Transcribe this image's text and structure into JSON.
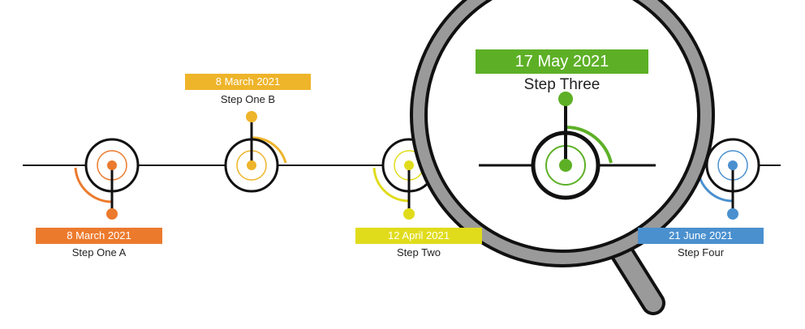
{
  "colors": {
    "line": "#111111",
    "step_one_a": "#ec7a2d",
    "step_one_b": "#eeb42a",
    "step_two": "#e0dc1c",
    "step_three": "#5db026",
    "step_four": "#4a90cf",
    "lens_frame": "#9a9a9a",
    "lens_outline": "#111111"
  },
  "steps": [
    {
      "date": "8 March 2021",
      "label": "Step One A"
    },
    {
      "date": "8 March 2021",
      "label": "Step One B"
    },
    {
      "date": "12 April 2021",
      "label": "Step Two"
    },
    {
      "date": "17 May 2021",
      "label": "Step Three"
    },
    {
      "date": "21 June 2021",
      "label": "Step Four"
    }
  ]
}
